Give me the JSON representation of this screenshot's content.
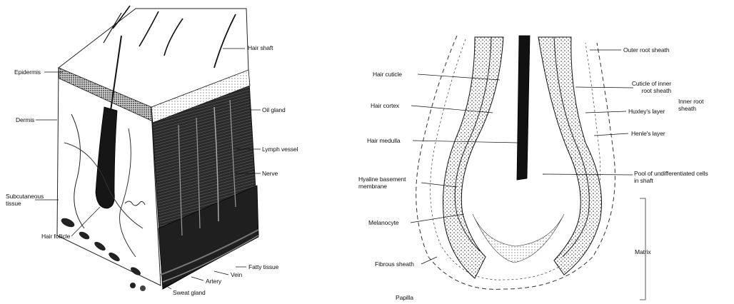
{
  "skin_diagram": {
    "labels": {
      "hair_shaft": "Hair shaft",
      "epidermis": "Epidermis",
      "dermis": "Dermis",
      "oil_gland": "Oil gland",
      "lymph_vessel": "Lymph vessel",
      "nerve": "Nerve",
      "subcutaneous_tissue": "Subcutaneous tissue",
      "hair_follicle": "Hair follicle",
      "fatty_tissue": "Fatty tissue",
      "vein": "Vein",
      "artery": "Artery",
      "sweat_gland": "Sweat gland"
    }
  },
  "follicle_diagram": {
    "labels": {
      "outer_root_sheath": "Outer root sheath",
      "hair_cuticle": "Hair cuticle",
      "cuticle_of_inner_root_sheath": "Cuticle of inner root sheath",
      "inner_root_sheath": "Inner root sheath",
      "hair_cortex": "Hair cortex",
      "huxleys_layer": "Huxley's layer",
      "henles_layer": "Henle's layer",
      "hair_medulla": "Hair medulla",
      "hyaline_basement_membrane": "Hyaline basement membrane",
      "pool_of_cells": "Pool of undifferentiated cells in shaft",
      "melanocyte": "Melanocyte",
      "matrix": "Matrix",
      "fibrous_sheath": "Fibrous sheath",
      "papilla": "Papilla"
    }
  },
  "colors": {
    "ink": "#111111",
    "dark_fill": "#1a1a1a",
    "mid_fill": "#555555",
    "light_fill": "#bdbdbd"
  }
}
